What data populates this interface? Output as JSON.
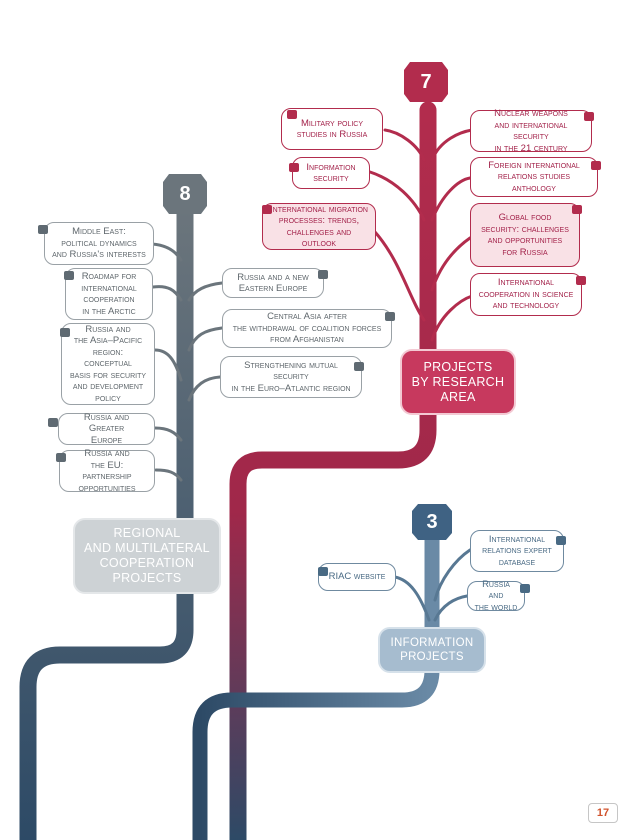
{
  "colors": {
    "research": "#b22c4d",
    "regional": "#6b757c",
    "information": "#587893",
    "trunk_dark": "#2d4a66",
    "page_number": "#d0532d"
  },
  "research": {
    "count": "7",
    "hub": "PROJECTS\nBY RESEARCH\nAREA",
    "items": [
      "Military policy\nstudies in Russia",
      "Information\nsecurity",
      "International migration\nprocesses: trends,\nchallenges and outlook",
      "Nuclear weapons\nand international security\nin the 21 century",
      "Foreign international\nrelations studies\nanthology",
      "Global food\nsecurity: challenges\nand opportunities\nfor Russia",
      "International\ncooperation in science\nand technology"
    ]
  },
  "regional": {
    "count": "8",
    "hub": "REGIONAL\nAND MULTILATERAL\nCOOPERATION\nPROJECTS",
    "items": [
      "Middle East:\npolitical dynamics\nand Russia's interests",
      "Roadmap for\ninternational\ncooperation\nin the Arctic",
      "Russia and\nthe Asia–Pacific\nregion: conceptual\nbasis for security\nand development\npolicy",
      "Russia and Greater\nEurope",
      "Russia and\nthe EU: partnership\nopportunities",
      "Russia and a new\nEastern Europe",
      "Central Asia after\nthe withdrawal of coalition forces\nfrom Afghanistan",
      "Strengthening mutual\nsecurity\nin the Euro–Atlantic region"
    ]
  },
  "information": {
    "count": "3",
    "hub": "INFORMATION\nPROJECTS",
    "items": [
      "RIAC website",
      "International\nrelations expert\ndatabase",
      "Russia and\nthe world"
    ]
  },
  "page_number": "17"
}
